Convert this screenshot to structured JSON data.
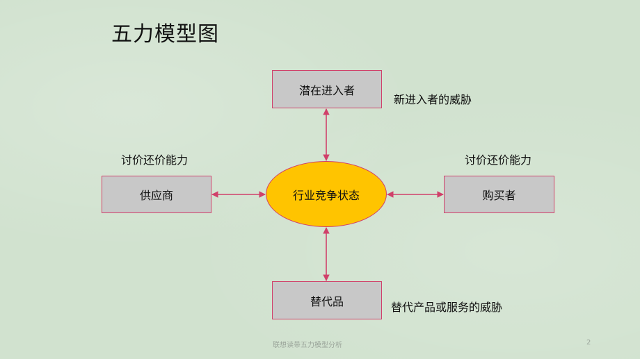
{
  "title": "五力模型图",
  "center": {
    "label": "行业竞争状态",
    "fill": "#ffc400"
  },
  "nodes": {
    "top": "潜在进入者",
    "left": "供应商",
    "right": "购买者",
    "bottom": "替代品"
  },
  "annotations": {
    "top": "新进入者的威胁",
    "left": "讨价还价能力",
    "right": "讨价还价能力",
    "bottom": "替代产品或服务的威胁"
  },
  "footer": {
    "text": "联想读带五力模型分析",
    "page": "2"
  },
  "colors": {
    "border": "#d0406a",
    "box": "#c8c8c8",
    "background": "#d1e2cf"
  }
}
